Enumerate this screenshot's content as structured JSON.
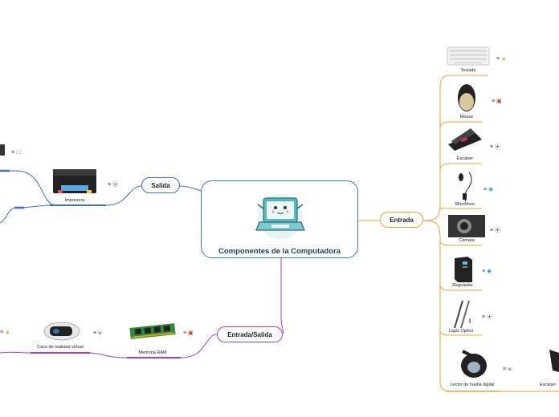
{
  "central": {
    "title": "Componentes de la Computadora"
  },
  "branches": {
    "salida": "Salida",
    "entrada": "Entrada",
    "entrada_salida": "Entrada/Salida"
  },
  "leaves": {
    "impresora": "Impresora",
    "memoria_ram": "Memoria RAM",
    "casco": "Caco de realidad virtual",
    "teclado": "Teclado",
    "mouse": "Mouse",
    "escaner": "Escáner",
    "microfono": "Micrófono",
    "camara": "Cámara",
    "regulador": "Regulador",
    "lapiz": "Lapiz Optico",
    "lector": "Lector de huella digital",
    "escaner2": "Escáner"
  },
  "colors": {
    "central_border": "#3d7ab5",
    "salida": "#3d6fc2",
    "entrada": "#f0a030",
    "entrada_salida": "#a83dc8"
  }
}
